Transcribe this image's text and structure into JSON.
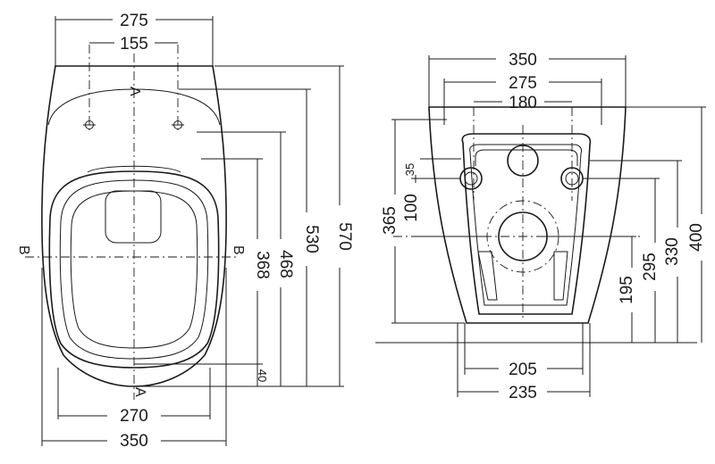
{
  "drawing": {
    "top_view": {
      "dims": {
        "width_top": "275",
        "hole_spacing": "155",
        "length_total": "570",
        "length_rim": "530",
        "length_inner": "468",
        "seat_length": "368",
        "offset_small": "40",
        "width_seat": "270",
        "width_total": "350"
      },
      "section_marks": {
        "a": "A",
        "b": "B"
      }
    },
    "rear_view": {
      "dims": {
        "width_total": "350",
        "width_mid": "275",
        "hole_spacing": "180",
        "height_left": "365",
        "bolt_height": "100",
        "bolt_offset": "35",
        "outlet_height": "195",
        "height_295": "295",
        "height_330": "330",
        "height_400": "400",
        "base_inner": "205",
        "base_outer": "235"
      }
    }
  }
}
